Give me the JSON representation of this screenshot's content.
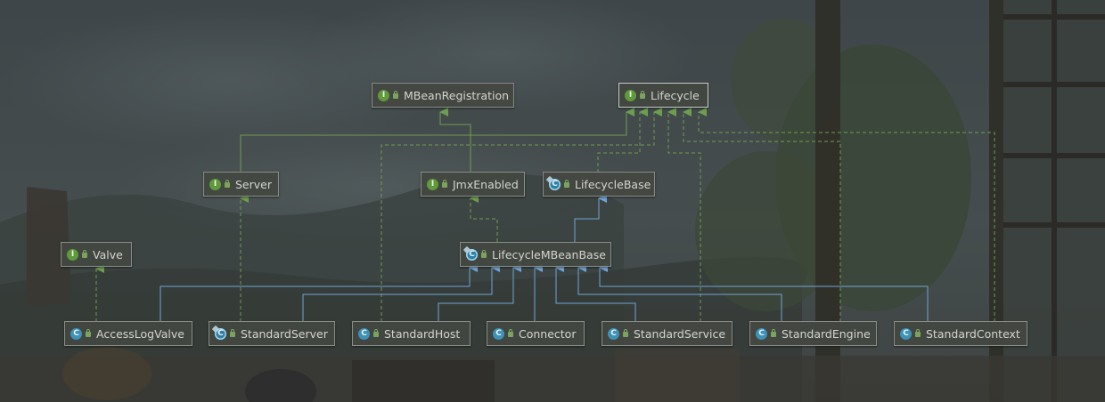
{
  "diagram": {
    "nodes": {
      "mbeanregistration": {
        "label": "MBeanRegistration",
        "kind": "interface"
      },
      "lifecycle": {
        "label": "Lifecycle",
        "kind": "interface"
      },
      "server": {
        "label": "Server",
        "kind": "interface"
      },
      "jmxenabled": {
        "label": "JmxEnabled",
        "kind": "interface"
      },
      "lifecyclebase": {
        "label": "LifecycleBase",
        "kind": "abstract class"
      },
      "valve": {
        "label": "Valve",
        "kind": "interface"
      },
      "lifecyclembeanbase": {
        "label": "LifecycleMBeanBase",
        "kind": "abstract class"
      },
      "accesslogvalve": {
        "label": "AccessLogValve",
        "kind": "class"
      },
      "standardserver": {
        "label": "StandardServer",
        "kind": "class"
      },
      "standardhost": {
        "label": "StandardHost",
        "kind": "class"
      },
      "connector": {
        "label": "Connector",
        "kind": "class"
      },
      "standardservice": {
        "label": "StandardService",
        "kind": "class"
      },
      "standardengine": {
        "label": "StandardEngine",
        "kind": "class"
      },
      "standardcontext": {
        "label": "StandardContext",
        "kind": "class"
      }
    },
    "badges": {
      "interface": "I",
      "class": "C",
      "abstract": "C"
    },
    "colors": {
      "extends_line": "#6fa4d6",
      "implements_line": "#6d9d4f",
      "interface_badge": "#5f9a3c",
      "class_badge": "#3e91b7"
    },
    "edges": [
      {
        "from": "server",
        "to": "lifecycle",
        "type": "extends-interface"
      },
      {
        "from": "jmxenabled",
        "to": "mbeanregistration",
        "type": "extends-interface"
      },
      {
        "from": "lifecyclebase",
        "to": "lifecycle",
        "type": "implements"
      },
      {
        "from": "lifecyclembeanbase",
        "to": "jmxenabled",
        "type": "implements"
      },
      {
        "from": "lifecyclembeanbase",
        "to": "lifecyclebase",
        "type": "extends"
      },
      {
        "from": "accesslogvalve",
        "to": "valve",
        "type": "implements"
      },
      {
        "from": "standardserver",
        "to": "server",
        "type": "implements"
      },
      {
        "from": "standardhost",
        "to": "lifecycle",
        "type": "implements"
      },
      {
        "from": "standardservice",
        "to": "lifecycle",
        "type": "implements"
      },
      {
        "from": "standardengine",
        "to": "lifecycle",
        "type": "implements"
      },
      {
        "from": "standardcontext",
        "to": "lifecycle",
        "type": "implements"
      },
      {
        "from": "accesslogvalve",
        "to": "lifecyclembeanbase",
        "type": "extends"
      },
      {
        "from": "standardserver",
        "to": "lifecyclembeanbase",
        "type": "extends"
      },
      {
        "from": "standardhost",
        "to": "lifecyclembeanbase",
        "type": "extends"
      },
      {
        "from": "connector",
        "to": "lifecyclembeanbase",
        "type": "extends"
      },
      {
        "from": "standardservice",
        "to": "lifecyclembeanbase",
        "type": "extends"
      },
      {
        "from": "standardengine",
        "to": "lifecyclembeanbase",
        "type": "extends"
      },
      {
        "from": "standardcontext",
        "to": "lifecyclembeanbase",
        "type": "extends"
      }
    ]
  }
}
